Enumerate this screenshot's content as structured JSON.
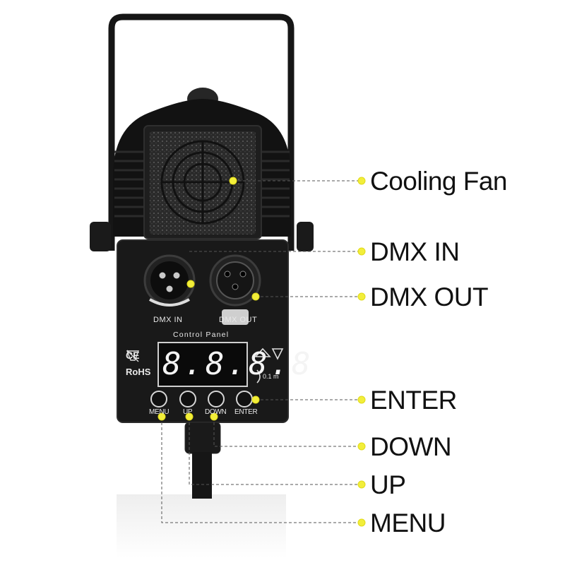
{
  "callouts": {
    "cooling_fan": "Cooling Fan",
    "dmx_in": "DMX IN",
    "dmx_out": "DMX OUT",
    "enter": "ENTER",
    "down": "DOWN",
    "up": "UP",
    "menu": "MENU"
  },
  "panel": {
    "dmx_in_label": "DMX IN",
    "dmx_out_label": "DMX OUT",
    "control_panel_title": "Control Panel",
    "ce_mark": "CE",
    "rohs": "RoHS",
    "display_value": "8.8.8.8",
    "distance": "0.1 m",
    "buttons": [
      "MENU",
      "UP",
      "DOWN",
      "ENTER"
    ]
  },
  "colors": {
    "marker": "#f2ee3a",
    "body": "#141414",
    "panel": "#1c1c1c",
    "leader_line": "#555555"
  }
}
